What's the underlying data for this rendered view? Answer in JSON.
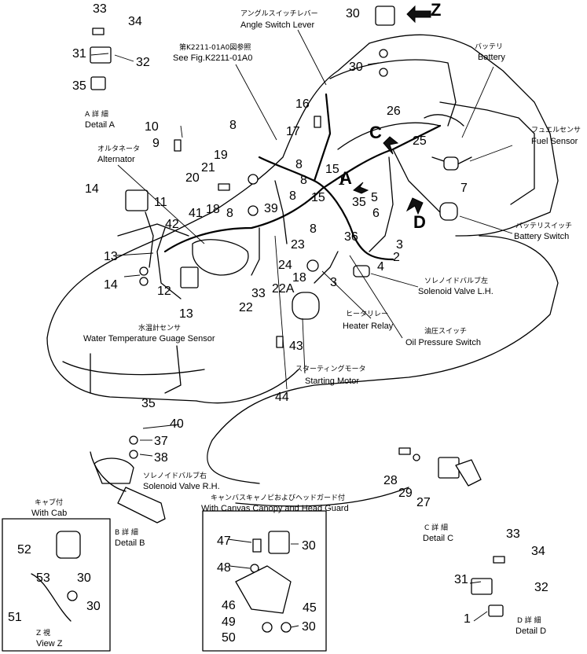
{
  "callouts": {
    "c33a": "33",
    "c34a": "34",
    "c31a": "31",
    "c32a": "32",
    "c35a": "35",
    "c30a": "30",
    "c30b": "30",
    "c16": "16",
    "c17": "17",
    "c26": "26",
    "c25": "25",
    "c10": "10",
    "c9": "9",
    "c8a": "8",
    "c8b": "8",
    "c8c": "8",
    "c8d": "8",
    "c8e": "8",
    "c8f": "8",
    "c19": "19",
    "c21": "21",
    "c20": "20",
    "c15": "15",
    "c1a": "1",
    "c7": "7",
    "c14a": "14",
    "c11": "11",
    "c41": "41",
    "c18a": "18",
    "c42": "42",
    "c39": "39",
    "c35b": "35",
    "c5": "5",
    "c6": "6",
    "c36": "36",
    "c2": "2",
    "c3a": "3",
    "c4": "4",
    "c3b": "3",
    "c13a": "13",
    "c14b": "14",
    "c12": "12",
    "c13b": "13",
    "c23": "23",
    "c24": "24",
    "c18b": "18",
    "c22a": "22A",
    "c33b": "33",
    "c22": "22",
    "c43": "43",
    "c44": "44",
    "c35c": "35",
    "c40": "40",
    "c37": "37",
    "c38": "38",
    "c28": "28",
    "c29": "29",
    "c27": "27",
    "c47": "47",
    "c30c": "30",
    "c48": "48",
    "c46": "46",
    "c45": "45",
    "c49": "49",
    "c50": "50",
    "c30d": "30",
    "c52": "52",
    "c53": "53",
    "c30e": "30",
    "c51": "51",
    "c30f": "30",
    "c33c": "33",
    "c34c": "34",
    "c31c": "31",
    "c32c": "32",
    "c1b": "1"
  },
  "letters": {
    "z": "Z",
    "a": "A",
    "c": "C",
    "d": "D"
  },
  "labels": {
    "angle_jp": "アングルスイッチレバー",
    "angle_en": "Angle Switch Lever",
    "seefig_jp": "第K2211-01A0図参照",
    "seefig_en": "See Fig.K2211-01A0",
    "battery_jp": "バッテリ",
    "battery_en": "Battery",
    "fuel_jp": "フュエルセンサ",
    "fuel_en": "Fuel Sensor",
    "alt_jp": "オルタネータ",
    "alt_en": "Alternator",
    "bsw_jp": "バッテリスイッチ",
    "bsw_en": "Battery Switch",
    "svl_jp": "ソレノイドバルブ左",
    "svl_en": "Solenoid Valve L.H.",
    "heater_jp": "ヒータリレー",
    "heater_en": "Heater Relay",
    "oil_jp": "油圧スイッチ",
    "oil_en": "Oil Pressure Switch",
    "water_jp": "水温計センサ",
    "water_en": "Water Temperature Guage Sensor",
    "start_jp": "スターティングモータ",
    "start_en": "Starting Motor",
    "svr_jp": "ソレノイドバルブ右",
    "svr_en": "Solenoid Valve R.H.",
    "detA_jp": "A 詳 細",
    "detA_en": "Detail A",
    "detB_jp": "B 詳 細",
    "detB_en": "Detail B",
    "detC_jp": "C 詳 細",
    "detC_en": "Detail C",
    "detD_jp": "D 詳 細",
    "detD_en": "Detail D",
    "cab_jp": "キャブ付",
    "cab_en": "With Cab",
    "canopy_jp": "キャンバスキャノピおよびヘッドガード付",
    "canopy_en": "With Canvas Canopy and Head Guard",
    "viewz_jp": "Z 視",
    "viewz_en": "View Z"
  }
}
